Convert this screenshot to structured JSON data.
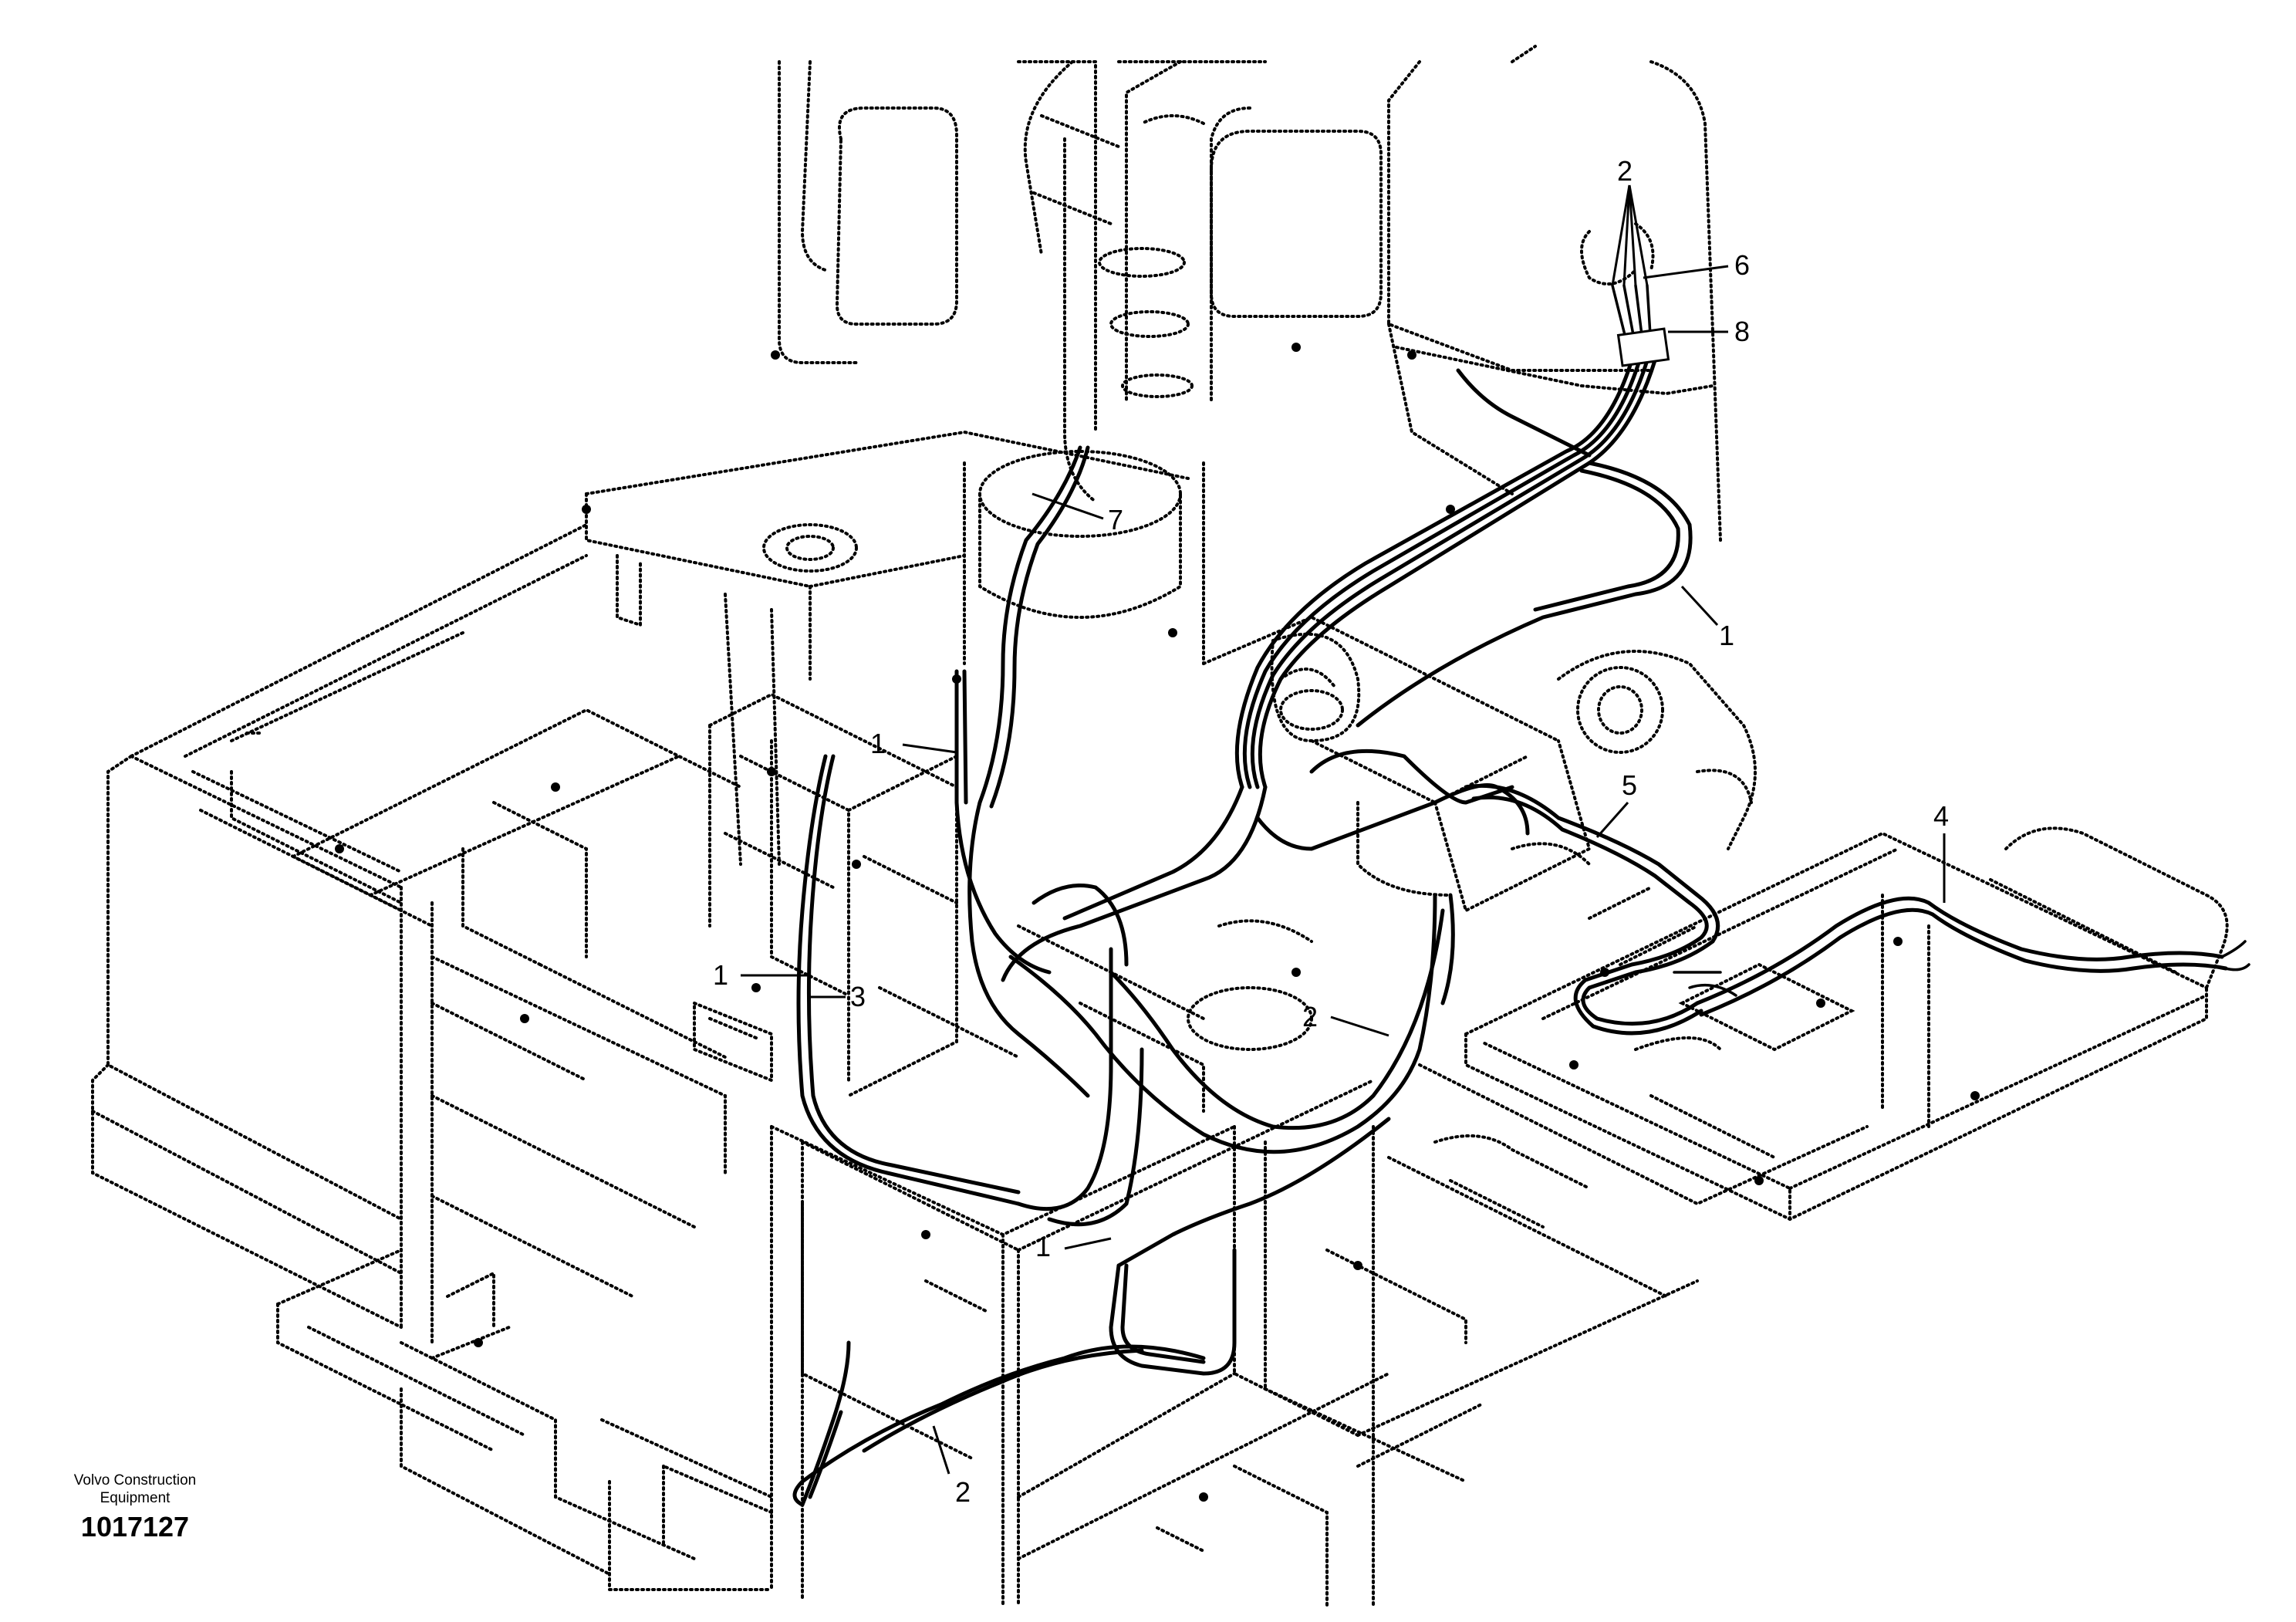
{
  "publisher": {
    "line1": "Volvo Construction",
    "line2": "Equipment"
  },
  "drawing_number": "1017127",
  "callouts": [
    {
      "id": "c-2-top",
      "label": "2"
    },
    {
      "id": "c-6",
      "label": "6"
    },
    {
      "id": "c-8",
      "label": "8"
    },
    {
      "id": "c-7",
      "label": "7"
    },
    {
      "id": "c-1-right",
      "label": "1"
    },
    {
      "id": "c-1-mid",
      "label": "1"
    },
    {
      "id": "c-5",
      "label": "5"
    },
    {
      "id": "c-4",
      "label": "4"
    },
    {
      "id": "c-1-left",
      "label": "1"
    },
    {
      "id": "c-3",
      "label": "3"
    },
    {
      "id": "c-2-mid",
      "label": "2"
    },
    {
      "id": "c-1-bottom",
      "label": "1"
    },
    {
      "id": "c-2-bottom",
      "label": "2"
    }
  ]
}
